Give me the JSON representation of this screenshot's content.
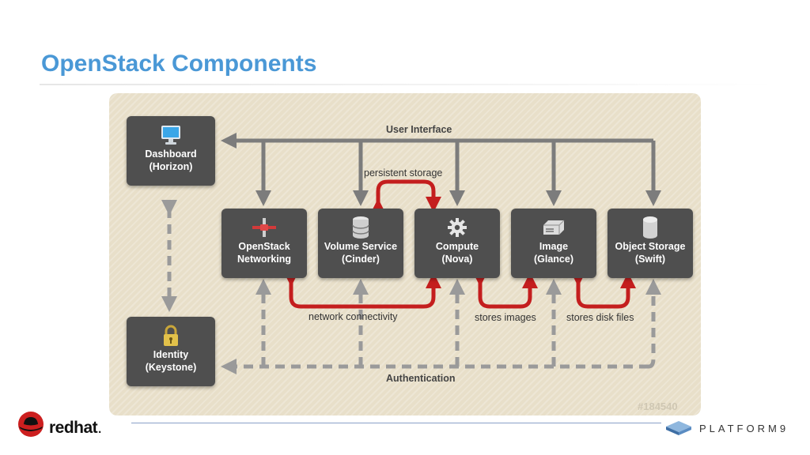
{
  "slide": {
    "title": "OpenStack Components"
  },
  "diagram": {
    "boxes": {
      "dashboard": {
        "line1": "Dashboard",
        "line2": "(Horizon)",
        "icon": "monitor-icon"
      },
      "identity": {
        "line1": "Identity",
        "line2": "(Keystone)",
        "icon": "padlock-icon"
      },
      "networking": {
        "line1": "OpenStack",
        "line2": "Networking",
        "icon": "network-icon"
      },
      "volume": {
        "line1": "Volume Service",
        "line2": "(Cinder)",
        "icon": "database-icon"
      },
      "compute": {
        "line1": "Compute",
        "line2": "(Nova)",
        "icon": "gear-icon"
      },
      "image": {
        "line1": "Image",
        "line2": "(Glance)",
        "icon": "server-icon"
      },
      "object_storage": {
        "line1": "Object Storage",
        "line2": "(Swift)",
        "icon": "cylinder-icon"
      }
    },
    "labels": {
      "user_interface": "User Interface",
      "persistent_storage": "persistent storage",
      "network_connectivity": "network connectivity",
      "stores_images": "stores images",
      "stores_disk_files": "stores disk files",
      "authentication": "Authentication"
    },
    "watermark": "#184540",
    "colors": {
      "panel": "#e8dfc9",
      "box": "#4f4f4f",
      "ui_arrow": "#7c7c7c",
      "auth_arrow": "#9a9a9a",
      "relation_arrow": "#c41e1e"
    }
  },
  "footer": {
    "redhat_brand": "redhat",
    "redhat_suffix": ".",
    "platform9_brand": "PLATFORM9"
  }
}
